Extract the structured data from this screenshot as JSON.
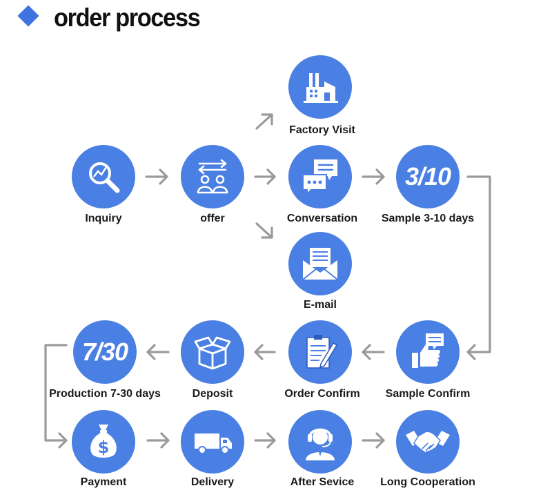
{
  "header": {
    "title": "order process"
  },
  "nodes": {
    "inquiry": {
      "label": "Inquiry",
      "icon": "magnifier-chart-icon"
    },
    "offer": {
      "label": "offer",
      "icon": "people-exchange-icon"
    },
    "factory_visit": {
      "label": "Factory Visit",
      "icon": "factory-icon"
    },
    "conversation": {
      "label": "Conversation",
      "icon": "chat-bubbles-icon"
    },
    "email": {
      "label": "E-mail",
      "icon": "envelope-icon"
    },
    "sample": {
      "label": "Sample 3-10 days",
      "value": "3/10"
    },
    "sample_confirm": {
      "label": "Sample Confirm",
      "icon": "thumbs-up-message-icon"
    },
    "order_confirm": {
      "label": "Order Confirm",
      "icon": "clipboard-pen-icon"
    },
    "deposit": {
      "label": "Deposit",
      "icon": "open-box-icon"
    },
    "production": {
      "label": "Production 7-30 days",
      "value": "7/30"
    },
    "payment": {
      "label": "Payment",
      "icon": "money-bag-icon"
    },
    "delivery": {
      "label": "Delivery",
      "icon": "truck-icon"
    },
    "after_service": {
      "label": "After Sevice",
      "icon": "headset-agent-icon"
    },
    "long_coop": {
      "label": "Long Cooperation",
      "icon": "handshake-icon"
    }
  },
  "colors": {
    "accent": "#4a7fe3",
    "arrow": "#9a9a9a"
  }
}
